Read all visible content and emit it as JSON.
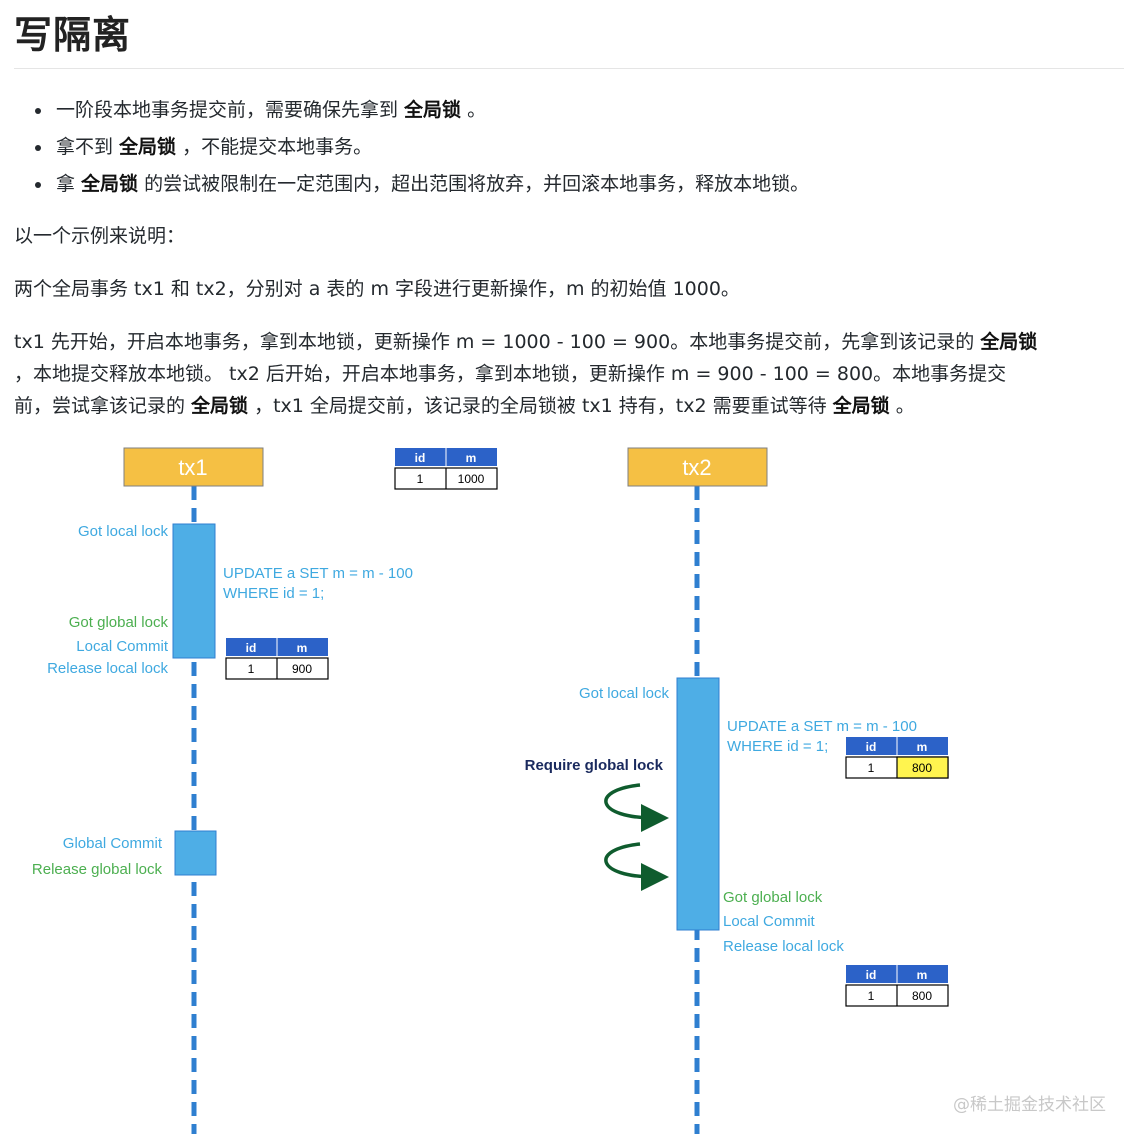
{
  "title": "写隔离",
  "bullets": [
    {
      "pre": "一阶段本地事务提交前，需要确保先拿到 ",
      "bold": "全局锁",
      "post": " 。"
    },
    {
      "pre": "拿不到 ",
      "bold": "全局锁",
      "post": " ，不能提交本地事务。"
    },
    {
      "pre": "拿 ",
      "bold": "全局锁",
      "post": " 的尝试被限制在一定范围内，超出范围将放弃，并回滚本地事务，释放本地锁。"
    }
  ],
  "intro": "以一个示例来说明：",
  "example": "两个全局事务 tx1 和 tx2，分别对 a 表的 m 字段进行更新操作，m 的初始值 1000。",
  "para3": {
    "line1_pre": "tx1 先开始，开启本地事务，拿到本地锁，更新操作 m = 1000 - 100 = 900。本地事务提交前，先拿到该记录的 ",
    "line1_bold": "全局锁",
    "line2": "，本地提交释放本地锁。 tx2 后开始，开启本地事务，拿到本地锁，更新操作 m = 900 - 100 = 800。本地事务提交",
    "line3_pre": "前，尝试拿该记录的 ",
    "line3_bold1": "全局锁",
    "line3_mid": " ，tx1 全局提交前，该记录的全局锁被 tx1 持有，tx2 需要重试等待 ",
    "line3_bold2": "全局锁",
    "line3_post": " 。"
  },
  "diagram": {
    "tx1": "tx1",
    "tx2": "tx2",
    "tables": {
      "header_id": "id",
      "header_m": "m",
      "t_initial": {
        "id": "1",
        "m": "1000"
      },
      "t_tx1": {
        "id": "1",
        "m": "900"
      },
      "t_tx2_update": {
        "id": "1",
        "m": "800"
      },
      "t_tx2_final": {
        "id": "1",
        "m": "800"
      }
    },
    "tx1_labels": {
      "got_local": "Got local lock",
      "update_line1": "UPDATE a SET m = m - 100",
      "update_line2": "WHERE id = 1;",
      "got_global": "Got global lock",
      "local_commit": "Local Commit",
      "release_local": "Release local lock",
      "global_commit": "Global Commit",
      "release_global": "Release global lock"
    },
    "tx2_labels": {
      "got_local": "Got local lock",
      "update_line1": "UPDATE a SET m = m - 100",
      "update_line2": "WHERE id = 1;",
      "require_global": "Require global lock",
      "got_global": "Got global lock",
      "local_commit": "Local Commit",
      "release_local": "Release local lock"
    },
    "colors": {
      "tx_header": "#f5c044",
      "lifeline": "#2f7fd0",
      "activation": "#4eaee6",
      "table_header": "#2c62c8",
      "highlight": "#fff44f",
      "blue_text": "#3fa9e0",
      "green_text": "#4caf50",
      "navy_text": "#1a2a5e",
      "arrow": "#0f5c2e"
    },
    "watermark": "@稀土掘金技术社区"
  }
}
